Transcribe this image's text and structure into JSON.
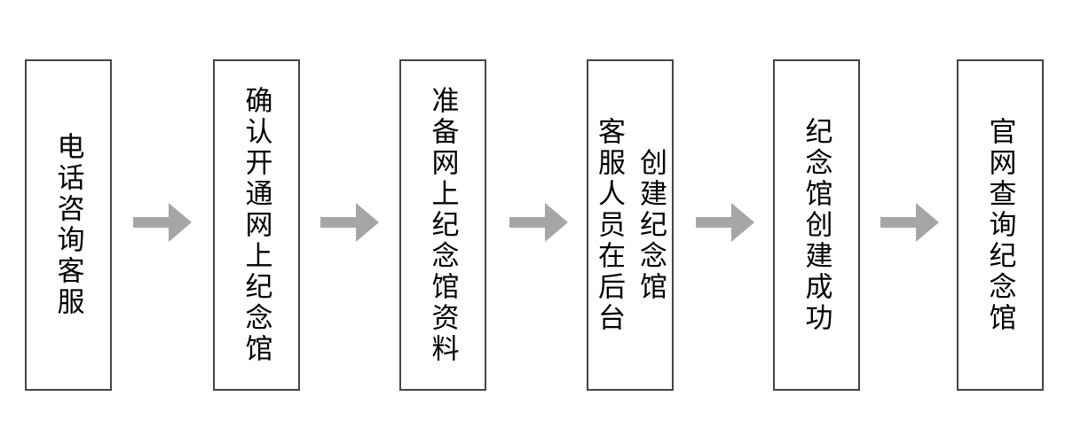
{
  "diagram": {
    "type": "flowchart",
    "direction": "left-to-right",
    "background": "#ffffff",
    "box": {
      "border_color": "#454545",
      "fill": "#ffffff",
      "text_color": "#000000"
    },
    "arrow": {
      "glyph": "right-block-arrow",
      "color": "#a6a6a6"
    },
    "steps": [
      {
        "label": "电话咨询客服"
      },
      {
        "label": "确认开通网上纪念馆"
      },
      {
        "label": "准备网上纪念馆资料"
      },
      {
        "label": "客服人员在后台\n创建纪念馆"
      },
      {
        "label": "纪念馆创建成功"
      },
      {
        "label": "官网查询纪念馆"
      }
    ]
  }
}
